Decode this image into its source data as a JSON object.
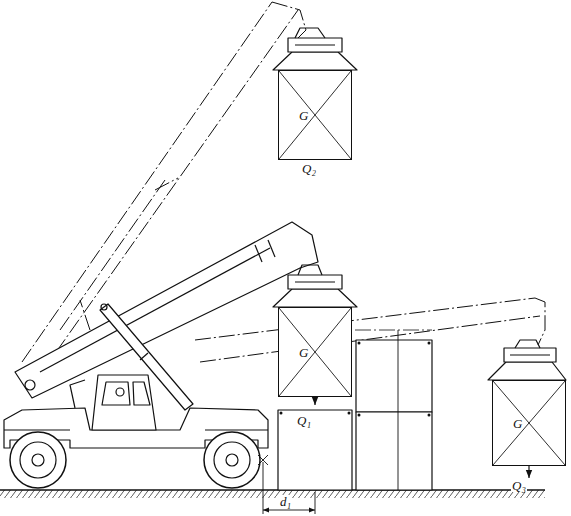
{
  "diagram": {
    "nodes": [
      {
        "text": [
          "G"
        ]
      },
      {
        "text": [
          "G"
        ]
      },
      {
        "text": [
          "G"
        ]
      }
    ],
    "labels": [
      "Q₂",
      "Q₁",
      "Q₃",
      "d₁"
    ]
  }
}
